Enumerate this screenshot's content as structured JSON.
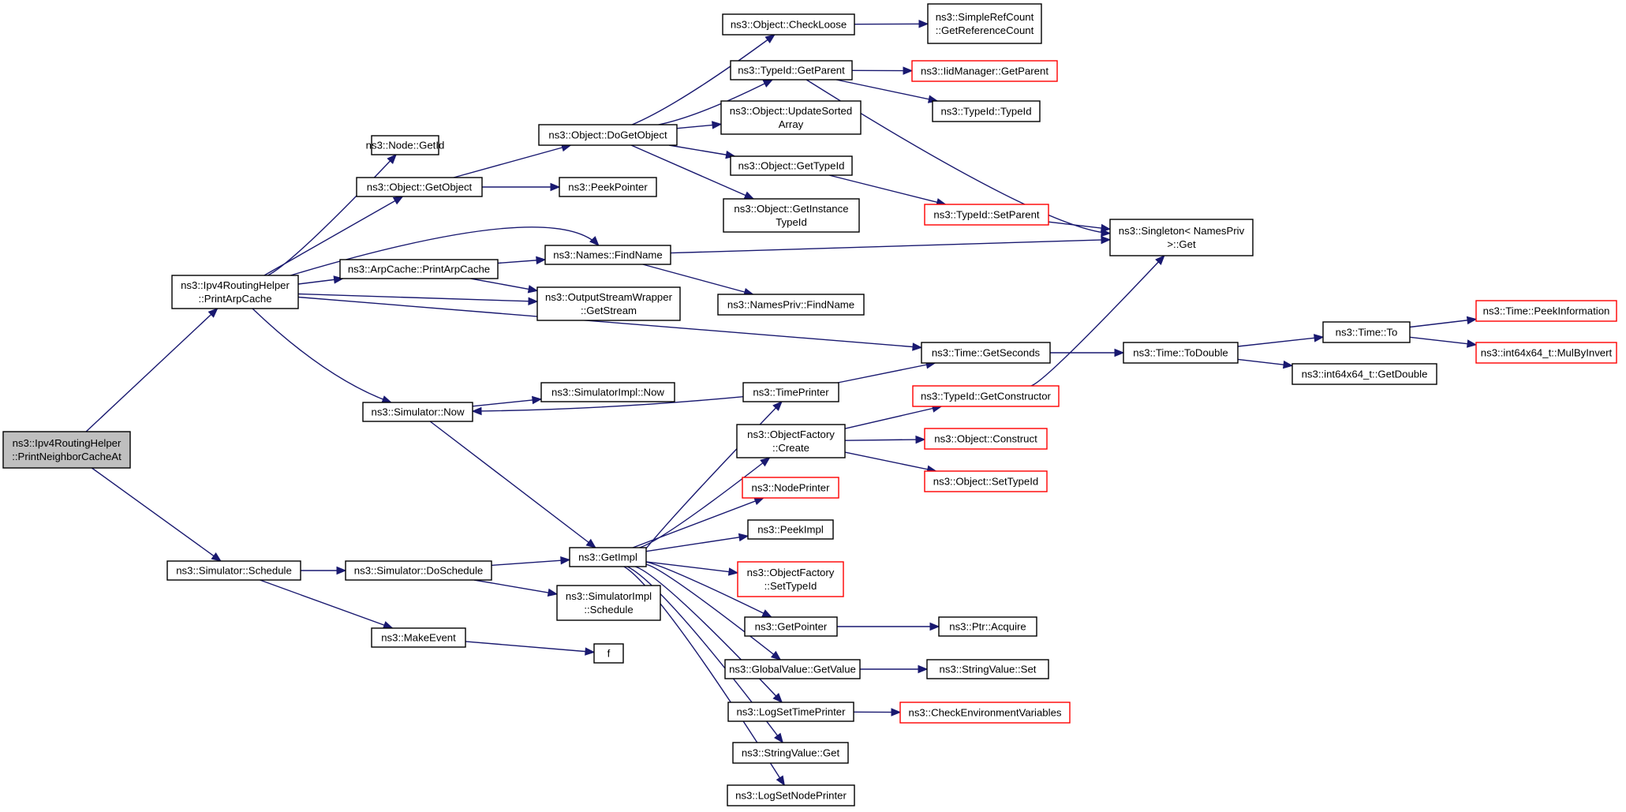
{
  "graph": {
    "colors": {
      "edge": "#191970",
      "box_border": "#000000",
      "incomplete_border": "#ff0000",
      "root_fill": "#bfbfbf",
      "box_fill": "#ffffff"
    },
    "nodes": {
      "root": {
        "lines": [
          "ns3::Ipv4RoutingHelper",
          "::PrintNeighborCacheAt"
        ],
        "style": "root"
      },
      "printArp": {
        "lines": [
          "ns3::Ipv4RoutingHelper",
          "::PrintArpCache"
        ],
        "style": "normal"
      },
      "schedule": {
        "lines": [
          "ns3::Simulator::Schedule"
        ],
        "style": "normal"
      },
      "nodeGetId": {
        "lines": [
          "ns3::Node::GetId"
        ],
        "style": "normal"
      },
      "objGetObj": {
        "lines": [
          "ns3::Object::GetObject"
        ],
        "style": "normal"
      },
      "arpPrint": {
        "lines": [
          "ns3::ArpCache::PrintArpCache"
        ],
        "style": "normal"
      },
      "simNow": {
        "lines": [
          "ns3::Simulator::Now"
        ],
        "style": "normal"
      },
      "doSchedule": {
        "lines": [
          "ns3::Simulator::DoSchedule"
        ],
        "style": "normal"
      },
      "makeEvent": {
        "lines": [
          "ns3::MakeEvent"
        ],
        "style": "normal"
      },
      "doGetObj": {
        "lines": [
          "ns3::Object::DoGetObject"
        ],
        "style": "normal"
      },
      "peekPtr": {
        "lines": [
          "ns3::PeekPointer"
        ],
        "style": "normal"
      },
      "findName": {
        "lines": [
          "ns3::Names::FindName"
        ],
        "style": "normal"
      },
      "getStream": {
        "lines": [
          "ns3::OutputStreamWrapper",
          "::GetStream"
        ],
        "style": "normal"
      },
      "simImplNow": {
        "lines": [
          "ns3::SimulatorImpl::Now"
        ],
        "style": "normal"
      },
      "getImpl": {
        "lines": [
          "ns3::GetImpl"
        ],
        "style": "normal"
      },
      "simImplSch": {
        "lines": [
          "ns3::SimulatorImpl",
          "::Schedule"
        ],
        "style": "normal"
      },
      "f": {
        "lines": [
          "f"
        ],
        "style": "normal"
      },
      "checkLoose": {
        "lines": [
          "ns3::Object::CheckLoose"
        ],
        "style": "normal"
      },
      "tidGetParent": {
        "lines": [
          "ns3::TypeId::GetParent"
        ],
        "style": "normal"
      },
      "updSorted": {
        "lines": [
          "ns3::Object::UpdateSorted",
          "Array"
        ],
        "style": "normal"
      },
      "objGetTid": {
        "lines": [
          "ns3::Object::GetTypeId"
        ],
        "style": "normal"
      },
      "objGetInst": {
        "lines": [
          "ns3::Object::GetInstance",
          "TypeId"
        ],
        "style": "normal"
      },
      "npFindName": {
        "lines": [
          "ns3::NamesPriv::FindName"
        ],
        "style": "normal"
      },
      "timePrinter": {
        "lines": [
          "ns3::TimePrinter"
        ],
        "style": "normal"
      },
      "ofCreate": {
        "lines": [
          "ns3::ObjectFactory",
          "::Create"
        ],
        "style": "normal"
      },
      "nodePrinter": {
        "lines": [
          "ns3::NodePrinter"
        ],
        "style": "incomplete"
      },
      "peekImpl": {
        "lines": [
          "ns3::PeekImpl"
        ],
        "style": "normal"
      },
      "ofSetTid": {
        "lines": [
          "ns3::ObjectFactory",
          "::SetTypeId"
        ],
        "style": "incomplete"
      },
      "getPointer": {
        "lines": [
          "ns3::GetPointer"
        ],
        "style": "normal"
      },
      "gvGetValue": {
        "lines": [
          "ns3::GlobalValue::GetValue"
        ],
        "style": "normal"
      },
      "logSetTime": {
        "lines": [
          "ns3::LogSetTimePrinter"
        ],
        "style": "normal"
      },
      "svGet": {
        "lines": [
          "ns3::StringValue::Get"
        ],
        "style": "normal"
      },
      "logSetNode": {
        "lines": [
          "ns3::LogSetNodePrinter"
        ],
        "style": "normal"
      },
      "srcGetRef": {
        "lines": [
          "ns3::SimpleRefCount",
          "::GetReferenceCount"
        ],
        "style": "normal"
      },
      "iidGetParent": {
        "lines": [
          "ns3::IidManager::GetParent"
        ],
        "style": "incomplete"
      },
      "tidTypeId": {
        "lines": [
          "ns3::TypeId::TypeId"
        ],
        "style": "normal"
      },
      "tidSetParent": {
        "lines": [
          "ns3::TypeId::SetParent"
        ],
        "style": "incomplete"
      },
      "singletonGet": {
        "lines": [
          "ns3::Singleton< NamesPriv",
          ">::Get"
        ],
        "style": "normal"
      },
      "timeGetSec": {
        "lines": [
          "ns3::Time::GetSeconds"
        ],
        "style": "normal"
      },
      "tidGetCtor": {
        "lines": [
          "ns3::TypeId::GetConstructor"
        ],
        "style": "incomplete"
      },
      "objConstruct": {
        "lines": [
          "ns3::Object::Construct"
        ],
        "style": "incomplete"
      },
      "objSetTid": {
        "lines": [
          "ns3::Object::SetTypeId"
        ],
        "style": "incomplete"
      },
      "ptrAcquire": {
        "lines": [
          "ns3::Ptr::Acquire"
        ],
        "style": "normal"
      },
      "svSet": {
        "lines": [
          "ns3::StringValue::Set"
        ],
        "style": "normal"
      },
      "checkEnv": {
        "lines": [
          "ns3::CheckEnvironmentVariables"
        ],
        "style": "incomplete"
      },
      "timeToDouble": {
        "lines": [
          "ns3::Time::ToDouble"
        ],
        "style": "normal"
      },
      "timeTo": {
        "lines": [
          "ns3::Time::To"
        ],
        "style": "normal"
      },
      "i64GetDouble": {
        "lines": [
          "ns3::int64x64_t::GetDouble"
        ],
        "style": "normal"
      },
      "timePeekInfo": {
        "lines": [
          "ns3::Time::PeekInformation"
        ],
        "style": "incomplete"
      },
      "i64MulByInv": {
        "lines": [
          "ns3::int64x64_t::MulByInvert"
        ],
        "style": "incomplete"
      }
    },
    "edges": [
      [
        "root",
        "printArp"
      ],
      [
        "root",
        "schedule"
      ],
      [
        "printArp",
        "nodeGetId"
      ],
      [
        "printArp",
        "objGetObj"
      ],
      [
        "printArp",
        "findName"
      ],
      [
        "printArp",
        "arpPrint"
      ],
      [
        "printArp",
        "getStream"
      ],
      [
        "printArp",
        "timeGetSec"
      ],
      [
        "printArp",
        "simNow"
      ],
      [
        "objGetObj",
        "doGetObj"
      ],
      [
        "objGetObj",
        "peekPtr"
      ],
      [
        "doGetObj",
        "checkLoose"
      ],
      [
        "doGetObj",
        "tidGetParent"
      ],
      [
        "doGetObj",
        "updSorted"
      ],
      [
        "doGetObj",
        "objGetTid"
      ],
      [
        "doGetObj",
        "objGetInst"
      ],
      [
        "checkLoose",
        "srcGetRef"
      ],
      [
        "tidGetParent",
        "iidGetParent"
      ],
      [
        "tidGetParent",
        "tidTypeId"
      ],
      [
        "tidGetParent",
        "singletonGet"
      ],
      [
        "objGetTid",
        "tidSetParent"
      ],
      [
        "tidSetParent",
        "singletonGet"
      ],
      [
        "arpPrint",
        "findName"
      ],
      [
        "arpPrint",
        "getStream"
      ],
      [
        "findName",
        "singletonGet"
      ],
      [
        "findName",
        "npFindName"
      ],
      [
        "simNow",
        "simImplNow"
      ],
      [
        "simNow",
        "getImpl"
      ],
      [
        "timePrinter",
        "simNow"
      ],
      [
        "timePrinter",
        "timeGetSec"
      ],
      [
        "timeGetSec",
        "timeToDouble"
      ],
      [
        "timeToDouble",
        "timeTo"
      ],
      [
        "timeToDouble",
        "i64GetDouble"
      ],
      [
        "timeTo",
        "timePeekInfo"
      ],
      [
        "timeTo",
        "i64MulByInv"
      ],
      [
        "schedule",
        "doSchedule"
      ],
      [
        "schedule",
        "makeEvent"
      ],
      [
        "doSchedule",
        "getImpl"
      ],
      [
        "doSchedule",
        "simImplSch"
      ],
      [
        "makeEvent",
        "f"
      ],
      [
        "getImpl",
        "timePrinter"
      ],
      [
        "getImpl",
        "ofCreate"
      ],
      [
        "getImpl",
        "nodePrinter"
      ],
      [
        "getImpl",
        "peekImpl"
      ],
      [
        "getImpl",
        "ofSetTid"
      ],
      [
        "getImpl",
        "getPointer"
      ],
      [
        "getImpl",
        "gvGetValue"
      ],
      [
        "getImpl",
        "logSetTime"
      ],
      [
        "getImpl",
        "svGet"
      ],
      [
        "getImpl",
        "logSetNode"
      ],
      [
        "ofCreate",
        "tidGetCtor"
      ],
      [
        "ofCreate",
        "objConstruct"
      ],
      [
        "ofCreate",
        "objSetTid"
      ],
      [
        "tidGetCtor",
        "singletonGet"
      ],
      [
        "getPointer",
        "ptrAcquire"
      ],
      [
        "gvGetValue",
        "svSet"
      ],
      [
        "logSetTime",
        "checkEnv"
      ]
    ]
  }
}
